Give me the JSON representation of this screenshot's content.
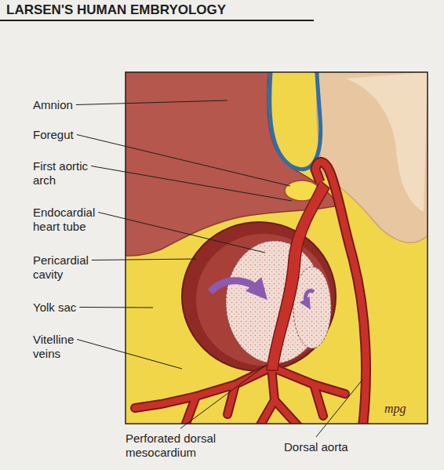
{
  "diagram": {
    "labels": [
      "LARSEN'S HUMAN EMBRYOLOGY",
      "Amnion",
      "Foregut",
      "First aortic arch",
      "Endocardial heart tube",
      "Pericardial cavity",
      "Yolk sac",
      "Vitelline veins",
      "Perforated dorsal mesocardium",
      "Dorsal aorta",
      "mpg"
    ]
  }
}
